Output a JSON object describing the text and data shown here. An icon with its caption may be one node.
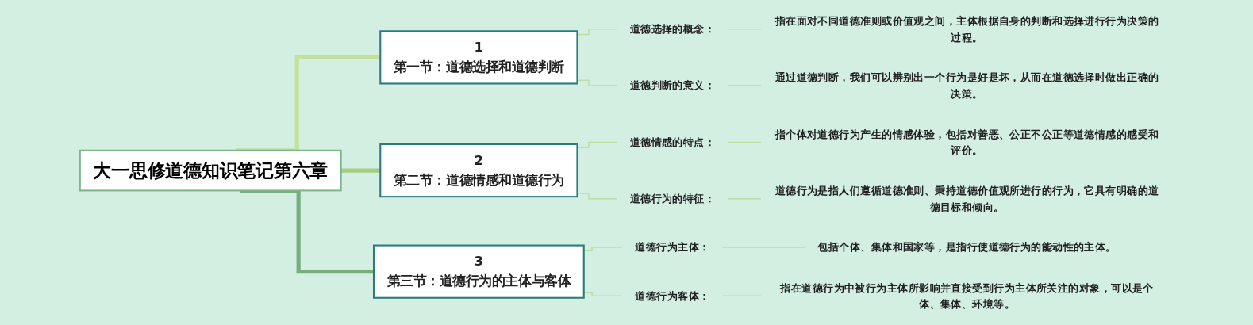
{
  "diagram": {
    "nodes": [
      {
        "text": [
          "大一思修道德知识笔记第六章"
        ]
      },
      {
        "text": [
          "1",
          "第一节：道德选择和道德判断"
        ]
      },
      {
        "text": [
          "道德选择的概念："
        ]
      },
      {
        "text": [
          "指在面对不同道德准则或价值观之间，主体根据自身的判断和选择进行行为决策的过程。"
        ]
      },
      {
        "text": [
          "道德判断的意义："
        ]
      },
      {
        "text": [
          "通过道德判断，我们可以辨别出一个行为是好是坏，从而在道德选择时做出正确的决策。"
        ]
      },
      {
        "text": [
          "2",
          "第二节：道德情感和道德行为"
        ]
      },
      {
        "text": [
          "道德情感的特点："
        ]
      },
      {
        "text": [
          "指个体对道德行为产生的情感体验，包括对善恶、公正不公正等道德情感的感受和评价。"
        ]
      },
      {
        "text": [
          "道德行为的特征："
        ]
      },
      {
        "text": [
          "道德行为是指人们遵循道德准则、秉持道德价值观所进行的行为，它具有明确的道德目标和倾向。"
        ]
      },
      {
        "text": [
          "3",
          "第三节：道德行为的主体与客体"
        ]
      },
      {
        "text": [
          "道德行为主体："
        ]
      },
      {
        "text": [
          "包括个体、集体和国家等，是指行使道德行为的能动性的主体。"
        ]
      },
      {
        "text": [
          "道德行为客体："
        ]
      },
      {
        "text": [
          "指在道德行为中被行为主体所影响并直接受到行为主体所关注的对象，可以是个体、集体、环境等。"
        ]
      }
    ],
    "edges": [
      {
        "from": 0,
        "to": 1,
        "arrow": "none",
        "style": "thick",
        "color": "#c3e19a"
      },
      {
        "from": 0,
        "to": 6,
        "arrow": "none",
        "style": "thick",
        "color": "#a5cd84"
      },
      {
        "from": 0,
        "to": 11,
        "arrow": "none",
        "style": "thick",
        "color": "#79ad7f"
      },
      {
        "from": 1,
        "to": 2,
        "arrow": "none"
      },
      {
        "from": 2,
        "to": 3,
        "arrow": "none"
      },
      {
        "from": 1,
        "to": 4,
        "arrow": "none"
      },
      {
        "from": 4,
        "to": 5,
        "arrow": "none"
      },
      {
        "from": 6,
        "to": 7,
        "arrow": "none"
      },
      {
        "from": 7,
        "to": 8,
        "arrow": "none"
      },
      {
        "from": 6,
        "to": 9,
        "arrow": "none"
      },
      {
        "from": 9,
        "to": 10,
        "arrow": "none"
      },
      {
        "from": 11,
        "to": 12,
        "arrow": "none"
      },
      {
        "from": 12,
        "to": 13,
        "arrow": "none"
      },
      {
        "from": 11,
        "to": 14,
        "arrow": "none"
      },
      {
        "from": 14,
        "to": 15,
        "arrow": "none"
      }
    ]
  }
}
